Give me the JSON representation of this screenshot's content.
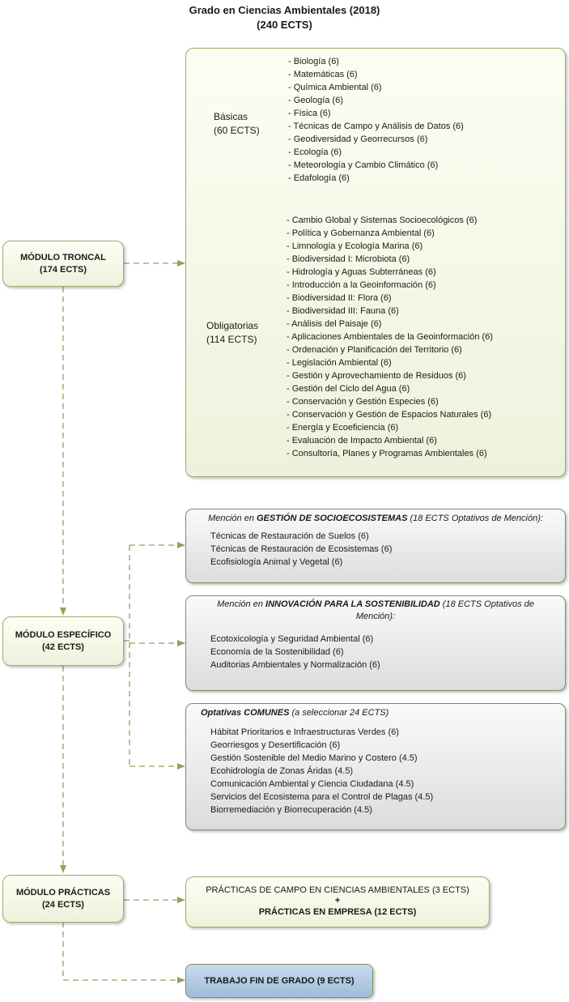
{
  "title": {
    "line1": "Grado en Ciencias Ambientales (2018)",
    "line2": "(240 ECTS)"
  },
  "modules": {
    "troncal": {
      "name": "MÓDULO TRONCAL",
      "ects": "(174 ECTS)"
    },
    "especifico": {
      "name": "MÓDULO ESPECÍFICO",
      "ects": "(42 ECTS)"
    },
    "practicas": {
      "name": "MÓDULO PRÁCTICAS",
      "ects": "(24 ECTS)"
    }
  },
  "basicas": {
    "label1": "Básicas",
    "label2": "(60 ECTS)",
    "items": [
      "- Biología (6)",
      "- Matemáticas (6)",
      "- Química Ambiental (6)",
      "- Geología (6)",
      "- Física (6)",
      "- Técnicas de Campo y Análisis de Datos (6)",
      "- Geodiversidad y Georrecursos (6)",
      "- Ecología (6)",
      "- Meteorología y Cambio Climático (6)",
      "- Edafología (6)"
    ]
  },
  "obligatorias": {
    "label1": "Obligatorias",
    "label2": "(114 ECTS)",
    "items": [
      "- Cambio Global y Sistemas Socioecológicos (6)",
      "- Política y Gobernanza Ambiental (6)",
      "- Limnología y Ecología Marina (6)",
      "- Biodiversidad I: Microbiota (6)",
      "- Hidrología y Aguas Subterráneas (6)",
      "- Introducción a la Geoinformación (6)",
      "- Biodiversidad II: Flora (6)",
      "- Biodiversidad III: Fauna (6)",
      "- Análisis del Paisaje (6)",
      "- Aplicaciones Ambientales de la Geoinformación (6)",
      "- Ordenación y Planificación del Territorio (6)",
      "- Legislación Ambiental (6)",
      "- Gestión y Aprovechamiento de Residuos (6)",
      "- Gestión del Ciclo del Agua (6)",
      "- Conservación y Gestión Especies (6)",
      "- Conservación y Gestión de Espacios Naturales (6)",
      "- Energía y Ecoeficiencia (6)",
      "- Evaluación de Impacto Ambiental (6)",
      "- Consultoría, Planes y Programas Ambientales (6)"
    ]
  },
  "mencion1": {
    "prefix": "Mención en ",
    "name": "GESTIÓN DE SOCIOECOSISTEMAS",
    "suffix": " (18 ECTS Optativos de Mención):",
    "items": [
      "Técnicas de Restauración de Suelos (6)",
      "Técnicas de Restauración de Ecosistemas (6)",
      "Ecofisiología Animal y Vegetal (6)"
    ]
  },
  "mencion2": {
    "prefix": "Mención en ",
    "name": "INNOVACIÓN PARA LA SOSTENIBILIDAD",
    "suffix": " (18 ECTS Optativos de",
    "suffix2": "Mención):",
    "items": [
      "Ecotoxicología y Seguridad Ambiental (6)",
      "Economía de la Sostenibilidad (6)",
      "Auditorias Ambientales y Normalización (6)"
    ]
  },
  "optativas": {
    "name": "Optativas COMUNES",
    "suffix": " (a seleccionar 24 ECTS)",
    "items": [
      "Hábitat Prioritarios e Infraestructuras Verdes (6)",
      "Georriesgos y Desertificación (6)",
      "Gestión Sostenible del Medio Marino y Costero (4.5)",
      "Ecohidrología de Zonas Áridas (4.5)",
      "Comunicación Ambiental y Ciencia Ciudadana (4.5)",
      "Servicios del Ecosistema para el Control de Plagas (4.5)",
      "Biorremediación y Biorrecuperación (4.5)"
    ]
  },
  "practicas_box": {
    "line1": "PRÁCTICAS DE CAMPO EN CIENCIAS AMBIENTALES (3 ECTS)",
    "plus": "+",
    "line2": "PRÁCTICAS EN EMPRESA (12 ECTS)"
  },
  "tfg": {
    "label": "TRABAJO FIN DE GRADO (9 ECTS)"
  },
  "colors": {
    "line": "#8fa55a",
    "border": "#9aae6a",
    "tfg": "#a9c4de"
  }
}
